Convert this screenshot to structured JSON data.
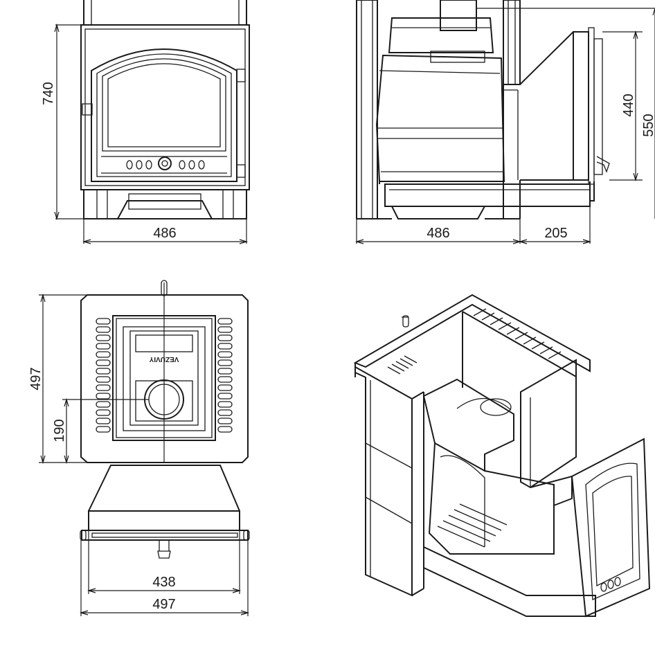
{
  "views": {
    "front": {
      "height_label": "740",
      "width_label": "486"
    },
    "side": {
      "width_label": "486",
      "door_depth_label": "205",
      "door_height_label": "440",
      "tunnel_height_label": "550"
    },
    "top": {
      "depth_label": "497",
      "offset_label": "190",
      "inner_width_label": "438",
      "outer_width_label": "497",
      "brand_text": "VEZUVIY"
    }
  }
}
